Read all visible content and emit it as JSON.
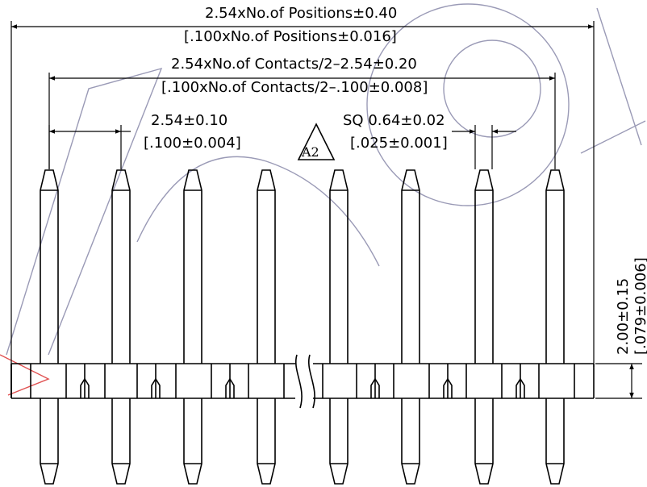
{
  "dimensions": {
    "overall_mm": "2.54xNo.of Positions±0.40",
    "overall_in": "[.100xNo.of Positions±0.016]",
    "contacts_mm": "2.54xNo.of Contacts/2–2.54±0.20",
    "contacts_in": "[.100xNo.of Contacts/2–.100±0.008]",
    "pitch_mm": "2.54±0.10",
    "pitch_in": "[.100±0.004]",
    "pin_sq_mm": "SQ 0.64±0.02",
    "pin_sq_in": "[.025±0.001]",
    "height_mm": "2.00±0.15",
    "height_in": "[.079±0.006]"
  },
  "revision_tag": "A2"
}
